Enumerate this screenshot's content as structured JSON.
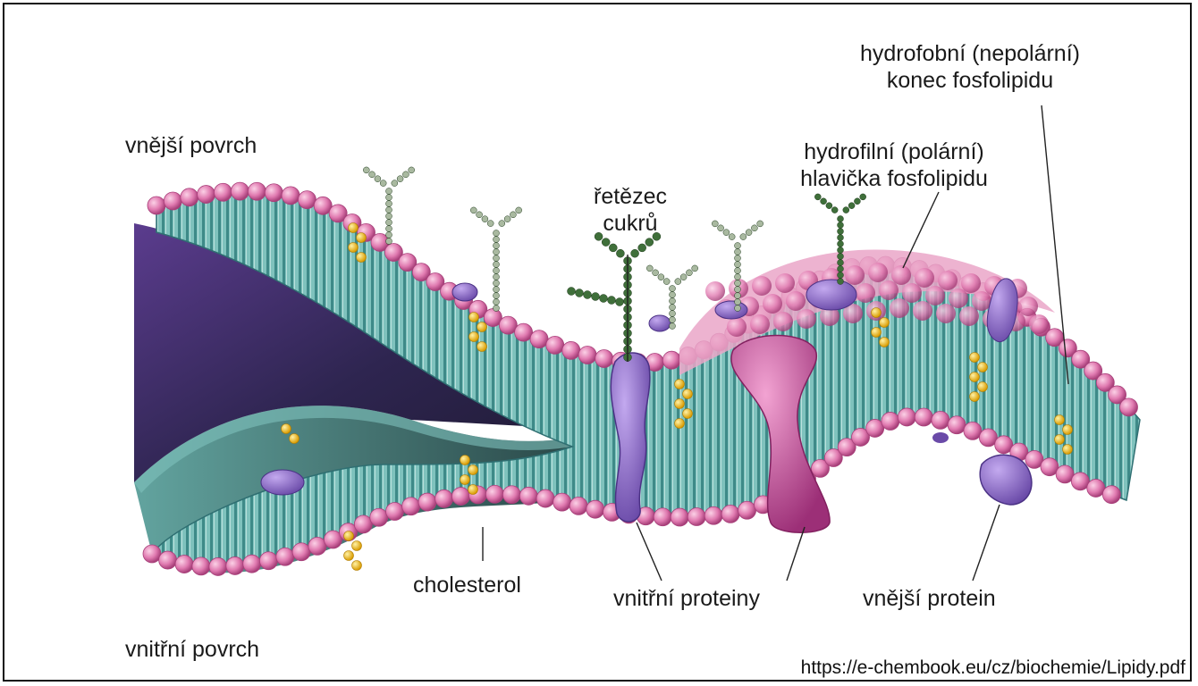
{
  "labels": {
    "outer_surface": "vnější povrch",
    "inner_surface": "vnitřní povrch",
    "sugar_chain_line1": "řetězec",
    "sugar_chain_line2": "cukrů",
    "hydrophobic_line1": "hydrofobní (nepolární)",
    "hydrophobic_line2": "konec fosfolipidu",
    "hydrophilic_line1": "hydrofilní (polární)",
    "hydrophilic_line2": "hlavička fosfolipidu",
    "cholesterol": "cholesterol",
    "integral_proteins": "vnitřní proteiny",
    "peripheral_protein": "vnější protein"
  },
  "source_url": "https://e-chembook.eu/cz/biochemie/Lipidy.pdf",
  "colors": {
    "head": "#e07ab0",
    "head_dark": "#b8457f",
    "tail": "#5fa7a3",
    "tail_dark": "#2f6f72",
    "protein_violet": "#8c6cc8",
    "protein_magenta": "#c64d9b",
    "cholesterol": "#f2c020",
    "sugar": "#3f6f3a"
  }
}
